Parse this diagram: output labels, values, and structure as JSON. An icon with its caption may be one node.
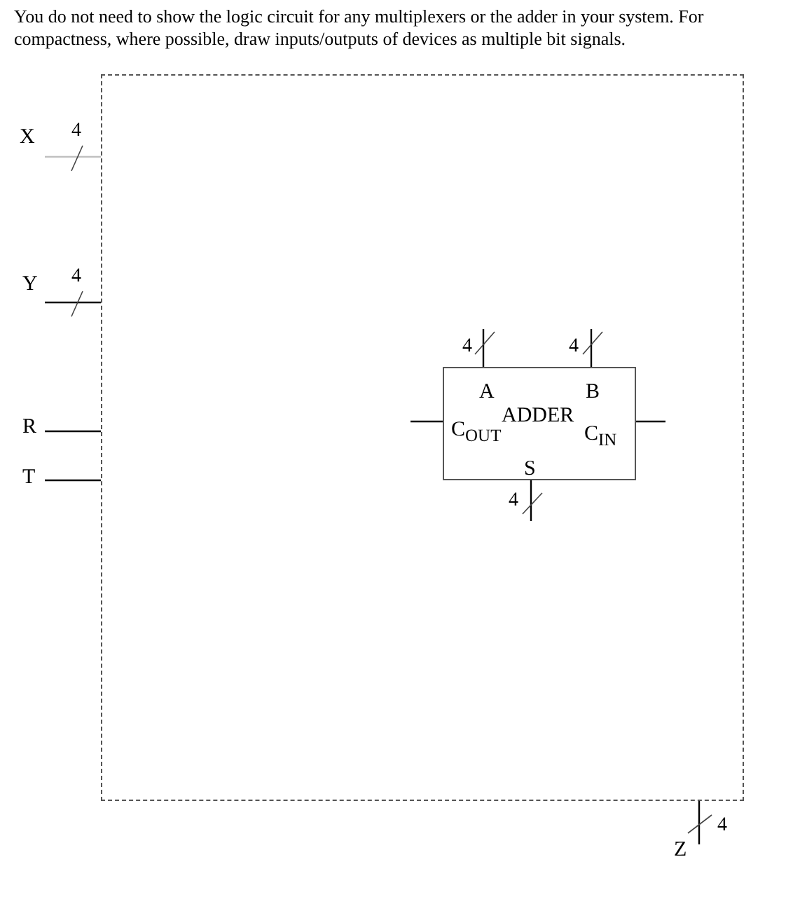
{
  "diagram": {
    "nodes": [
      {
        "text": [],
        "shape": "box"
      },
      {
        "text": [
          "X"
        ]
      },
      {
        "text": [
          "Y"
        ]
      },
      {
        "text": [
          "R"
        ]
      },
      {
        "text": [
          "T"
        ]
      },
      {
        "text": [
          "A",
          "B",
          "ADDER",
          "C$_{OUT}$",
          "C$_{IN}$",
          "S"
        ],
        "in": 0
      },
      {
        "text": [
          "Z"
        ]
      }
    ],
    "edges": [
      {
        "from": 1,
        "to": 0,
        "arrow": "none",
        "label": "4",
        "color": "#c0c0c0"
      },
      {
        "from": 2,
        "to": 0,
        "arrow": "none",
        "label": "4"
      },
      {
        "from": 3,
        "to": 0,
        "arrow": "none"
      },
      {
        "from": 4,
        "to": 0,
        "arrow": "none"
      },
      {
        "from": null,
        "to": 5,
        "arrow": "none",
        "label": "4"
      },
      {
        "from": null,
        "to": 5,
        "arrow": "none",
        "label": "4"
      },
      {
        "from": 5,
        "to": null,
        "arrow": "none"
      },
      {
        "from": null,
        "to": 5,
        "arrow": "none"
      },
      {
        "from": 5,
        "to": null,
        "arrow": "none",
        "label": "4"
      },
      {
        "from": 0,
        "to": 6,
        "arrow": "none",
        "label": "4"
      }
    ],
    "labels": [
      "You do not need to show the logic circuit for any multiplexers or the adder in your system. For compactness, where possible, draw inputs/outputs of devices as multiple bit signals."
    ]
  }
}
